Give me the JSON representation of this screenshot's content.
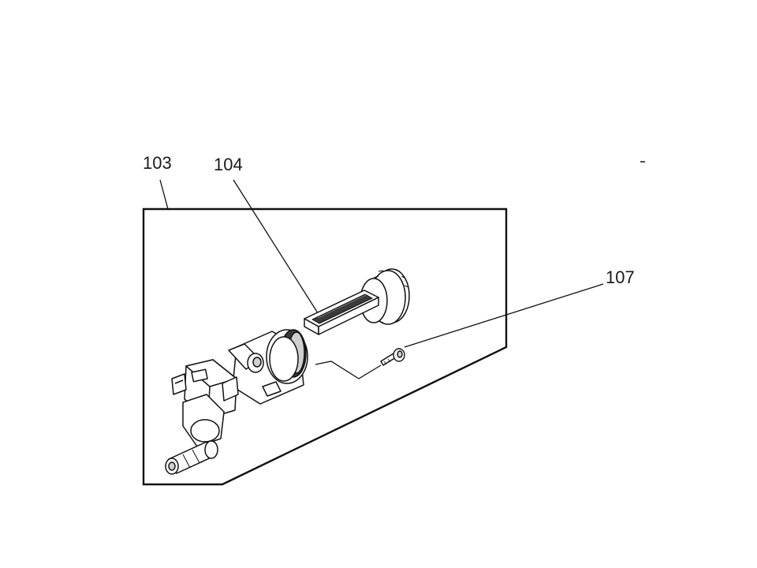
{
  "diagram": {
    "callouts": [
      {
        "id": "callout-103",
        "label": "103"
      },
      {
        "id": "callout-104",
        "label": "104"
      },
      {
        "id": "callout-107",
        "label": "107"
      }
    ],
    "stray_mark": "-",
    "colors": {
      "line": "#111111",
      "part_fill": "#ffffff",
      "shade": "#cfcfcf",
      "dark": "#3a3a3a"
    }
  }
}
